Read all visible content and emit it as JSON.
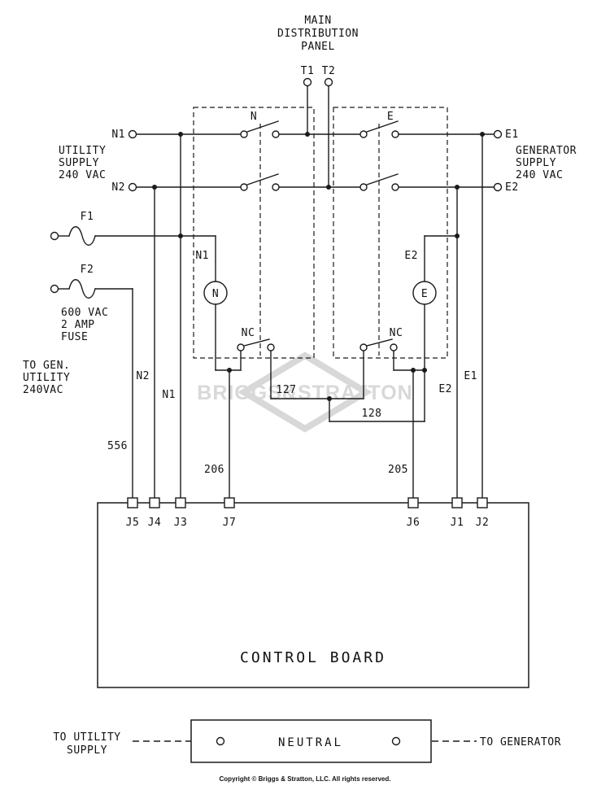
{
  "diagram": {
    "panel_title": [
      "MAIN",
      "DISTRIBUTION",
      "PANEL"
    ],
    "panel_terminals": {
      "t1": "T1",
      "t2": "T2"
    },
    "utility_supply": [
      "UTILITY",
      "SUPPLY",
      "240 VAC"
    ],
    "generator_supply": [
      "GENERATOR",
      "SUPPLY",
      "240 VAC"
    ],
    "line_n1": "N1",
    "line_n2": "N2",
    "line_e1": "E1",
    "line_e2": "E2",
    "contactor_n": {
      "name": "N",
      "coil": "N",
      "aux_contact": "NC"
    },
    "contactor_e": {
      "name": "E",
      "coil": "E",
      "aux_contact": "NC"
    },
    "fuse_f1": "F1",
    "fuse_f2": "F2",
    "fuse_spec": [
      "600 VAC",
      "2 AMP",
      "FUSE"
    ],
    "fuse_dest": [
      "TO GEN.",
      "UTILITY",
      "240VAC"
    ],
    "wire_labels": {
      "to_j5": "556",
      "to_j4": "N2",
      "to_j3": "N1",
      "to_j7": "206",
      "to_j6": "205",
      "to_j1": "E2",
      "to_j2": "E1",
      "interlock_1": "127",
      "interlock_2": "128",
      "n_coil_feed": "N1",
      "e_coil_feed": "E2"
    },
    "control_board": {
      "title": "CONTROL BOARD",
      "terminals": [
        "J5",
        "J4",
        "J3",
        "J7",
        "J6",
        "J1",
        "J2"
      ]
    },
    "neutral_block": {
      "title": "NEUTRAL",
      "left_label": [
        "TO UTILITY",
        "SUPPLY"
      ],
      "right_label": "TO GENERATOR"
    },
    "watermark": "BRIGGS&STRATTON",
    "copyright": "Copyright © Briggs & Stratton, LLC. All rights reserved."
  },
  "colors": {
    "line": "#1a1a1a",
    "watermark": "#d8d8d8",
    "background": "#ffffff"
  }
}
